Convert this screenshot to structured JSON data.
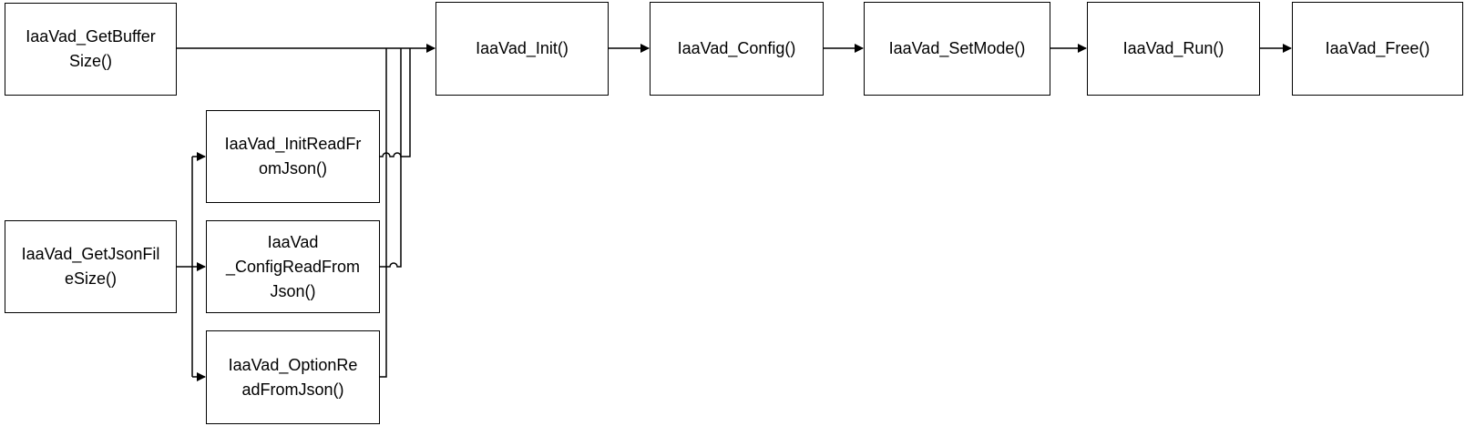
{
  "boxes": {
    "get_buffer_size": "IaaVad_GetBuffer\nSize()",
    "get_json_file_size": "IaaVad_GetJsonFil\neSize()",
    "init_read_from_json": "IaaVad_InitReadFr\nomJson()",
    "config_read_from_json": "IaaVad\n_ConfigReadFrom\nJson()",
    "option_read_from_json": "IaaVad_OptionRe\nadFromJson()",
    "init": "IaaVad_Init()",
    "config": "IaaVad_Config()",
    "set_mode": "IaaVad_SetMode()",
    "run": "IaaVad_Run()",
    "free": "IaaVad_Free()"
  },
  "colors": {
    "line": "#000000",
    "box_border": "#000000",
    "background": "#ffffff"
  }
}
